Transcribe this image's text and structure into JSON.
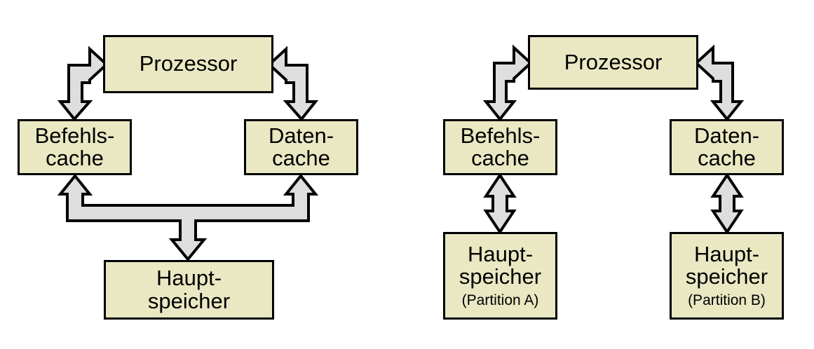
{
  "figure": {
    "background_color": "#ffffff",
    "box_fill_color": "#E9E8C3",
    "box_stroke_color": "#000000",
    "arrow_fill_color": "#DEDEDE",
    "arrow_stroke_color": "#000000"
  },
  "diagrams": [
    {
      "id": "unified-memory",
      "nodes": {
        "processor": {
          "label": "Prozessor"
        },
        "instruction_cache": {
          "line1": "Befehls-",
          "line2": "cache"
        },
        "data_cache": {
          "line1": "Daten-",
          "line2": "cache"
        },
        "main_memory": {
          "line1": "Haupt-",
          "line2": "speicher"
        }
      },
      "connections": [
        {
          "from": "instruction-cache",
          "to": "processor",
          "kind": "elbow-double-arrow"
        },
        {
          "from": "data-cache",
          "to": "processor",
          "kind": "elbow-double-arrow"
        },
        {
          "from": "main-memory",
          "to": "both-caches",
          "kind": "tee-triple-arrow"
        }
      ]
    },
    {
      "id": "partitioned-memory",
      "nodes": {
        "processor": {
          "label": "Prozessor"
        },
        "instruction_cache": {
          "line1": "Befehls-",
          "line2": "cache"
        },
        "data_cache": {
          "line1": "Daten-",
          "line2": "cache"
        },
        "main_memory_a": {
          "line1": "Haupt-",
          "line2": "speicher",
          "line3": "(Partition A)"
        },
        "main_memory_b": {
          "line1": "Haupt-",
          "line2": "speicher",
          "line3": "(Partition B)"
        }
      },
      "connections": [
        {
          "from": "instruction-cache",
          "to": "processor",
          "kind": "elbow-double-arrow"
        },
        {
          "from": "data-cache",
          "to": "processor",
          "kind": "elbow-double-arrow"
        },
        {
          "from": "main-memory-a",
          "to": "instruction-cache",
          "kind": "vertical-double-arrow"
        },
        {
          "from": "main-memory-b",
          "to": "data-cache",
          "kind": "vertical-double-arrow"
        }
      ]
    }
  ]
}
